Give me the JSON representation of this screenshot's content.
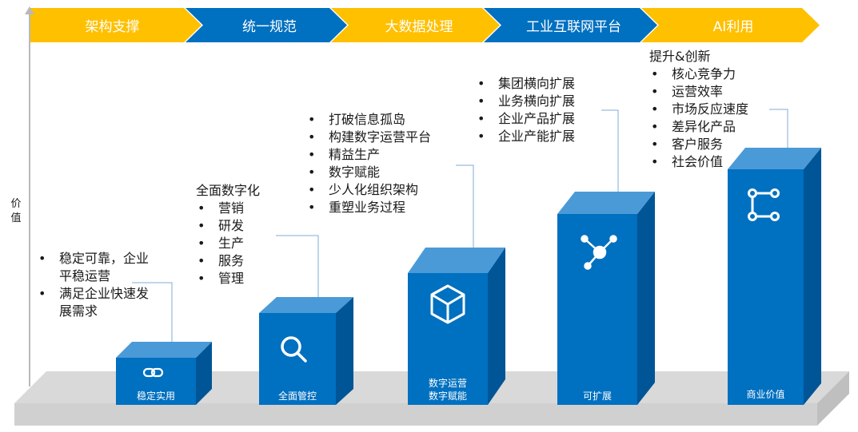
{
  "banner": [
    {
      "label": "架构支撑",
      "color": "#FFC000"
    },
    {
      "label": "统一规范",
      "color": "#0070C0"
    },
    {
      "label": "大数据处理",
      "color": "#FFC000"
    },
    {
      "label": "工业互联网平台",
      "color": "#0070C0"
    },
    {
      "label": "AI利用",
      "color": "#FFC000"
    }
  ],
  "y_axis_label": "价值",
  "bars": [
    {
      "label": "稳定实用",
      "icon": "link-icon"
    },
    {
      "label": "全面管控",
      "icon": "search-icon"
    },
    {
      "label_line1": "数字运营",
      "label_line2": "数字赋能",
      "icon": "cube-icon"
    },
    {
      "label": "可扩展",
      "icon": "network-icon"
    },
    {
      "label": "商业价值",
      "icon": "flow-icon"
    }
  ],
  "notes": {
    "stage1": {
      "items": [
        "稳定可靠，企业平稳运营",
        "满足企业快速发展需求"
      ]
    },
    "stage2": {
      "heading": "全面数字化",
      "items": [
        "营销",
        "研发",
        "生产",
        "服务",
        "管理"
      ]
    },
    "stage3": {
      "items": [
        "打破信息孤岛",
        "构建数字运营平台",
        "精益生产",
        "数字赋能",
        "少人化组织架构",
        "重塑业务过程"
      ]
    },
    "stage4": {
      "items": [
        "集团横向扩展",
        "业务横向扩展",
        "企业产品扩展",
        "企业产能扩展"
      ]
    },
    "stage5": {
      "heading": "提升&创新",
      "items": [
        "核心竞争力",
        "运营效率",
        "市场反应速度",
        "差异化产品",
        "客户服务",
        "社会价值"
      ]
    }
  },
  "colors": {
    "front": "#0070C0",
    "top": "#4A9AD8",
    "side": "#005596",
    "platform": "#D9D9D9",
    "platform_side": "#BFBFBF"
  }
}
